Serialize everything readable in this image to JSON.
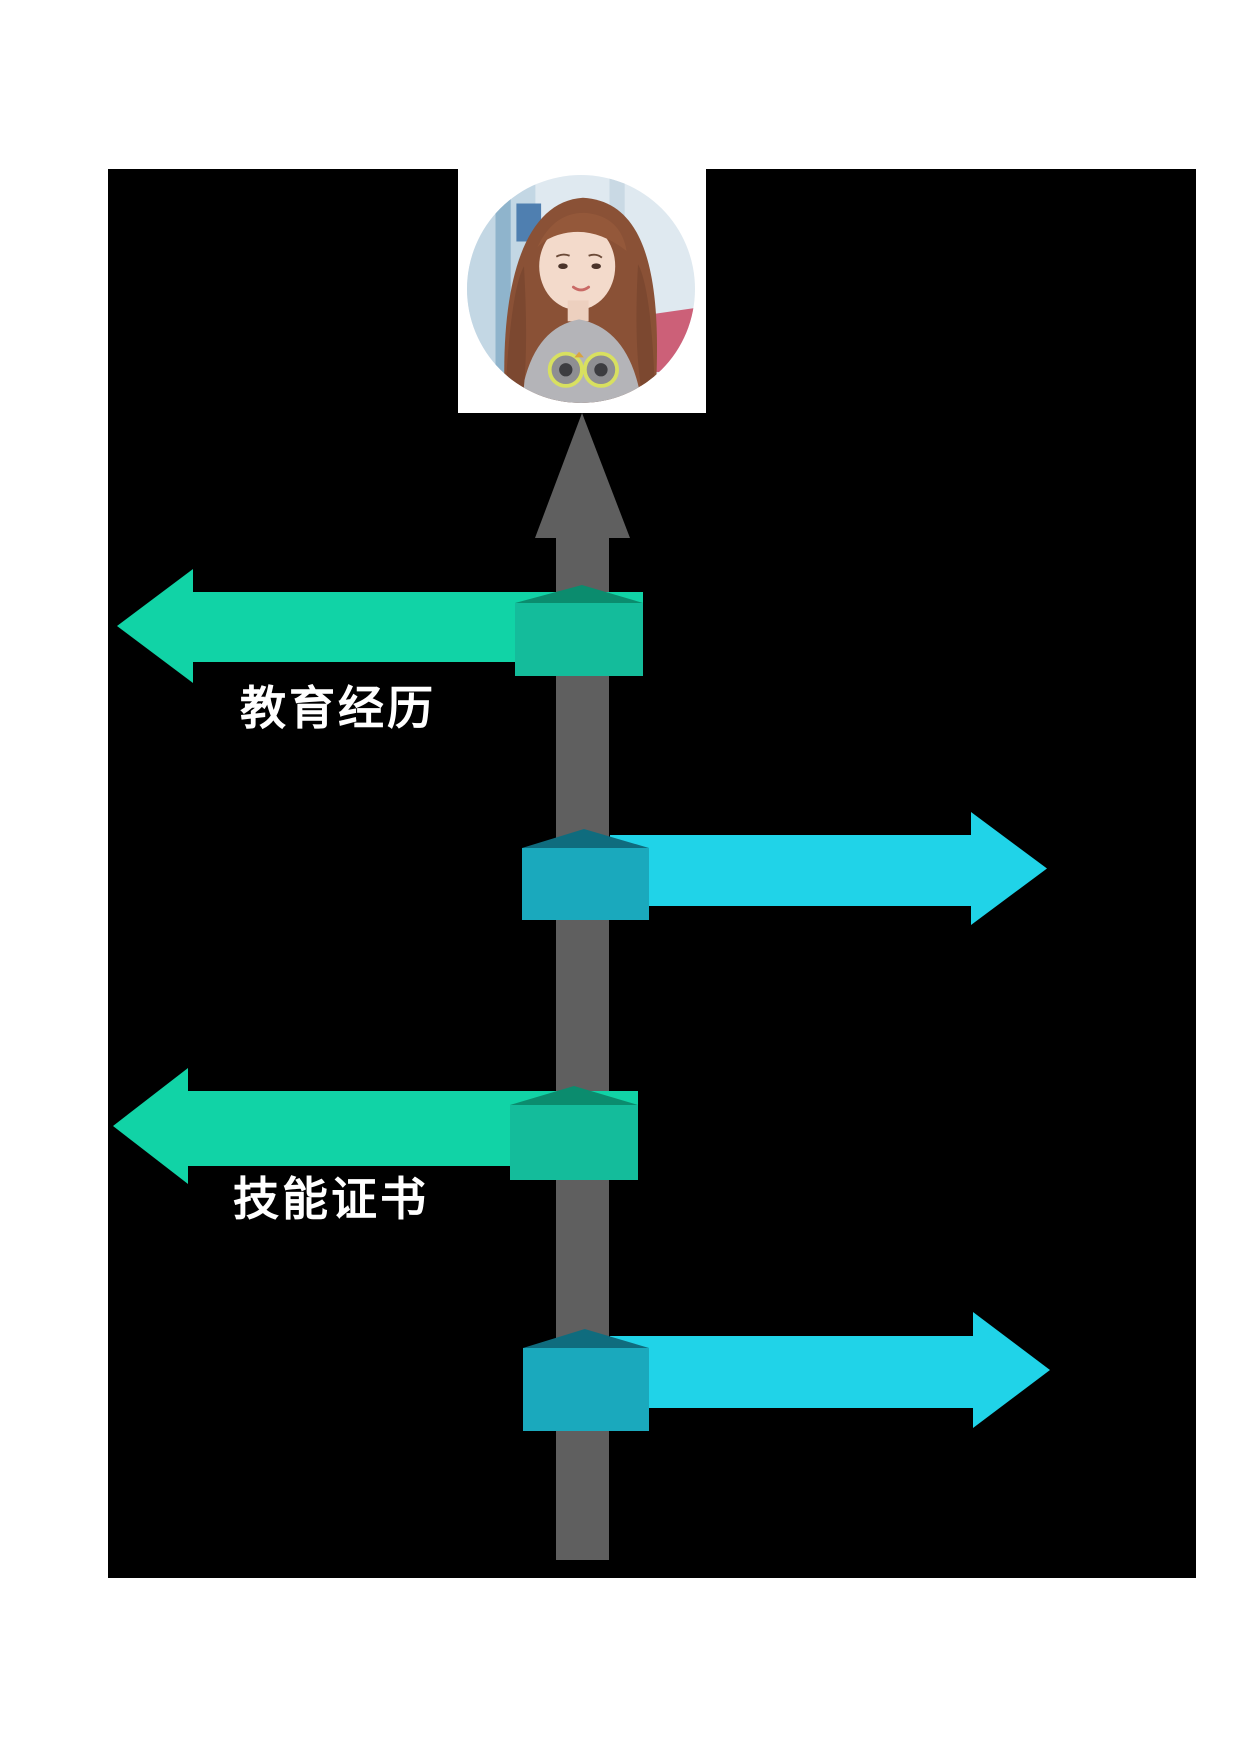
{
  "page": {
    "background_color": "#FFFFFF"
  },
  "board": {
    "background_color": "#000000"
  },
  "profile": {
    "photo_name": "woman-portrait-photo",
    "frame_color": "#FFFFFF"
  },
  "timeline": {
    "axis_color": "#5F5F5F",
    "axis_direction": "up",
    "items": [
      {
        "side": "left",
        "label": "教育经历",
        "arrow_color": "#11D3A6",
        "pedestal_front_color": "#14BC9B",
        "pedestal_top_color": "#0B8C6E"
      },
      {
        "side": "right",
        "label": "",
        "arrow_color": "#20D3E8",
        "pedestal_front_color": "#1AA9BD",
        "pedestal_top_color": "#0F6C7E"
      },
      {
        "side": "left",
        "label": "技能证书",
        "arrow_color": "#11D3A6",
        "pedestal_front_color": "#14BC9B",
        "pedestal_top_color": "#0B8C6E"
      },
      {
        "side": "right",
        "label": "",
        "arrow_color": "#20D3E8",
        "pedestal_front_color": "#1AA9BD",
        "pedestal_top_color": "#0F6C7E"
      }
    ]
  }
}
